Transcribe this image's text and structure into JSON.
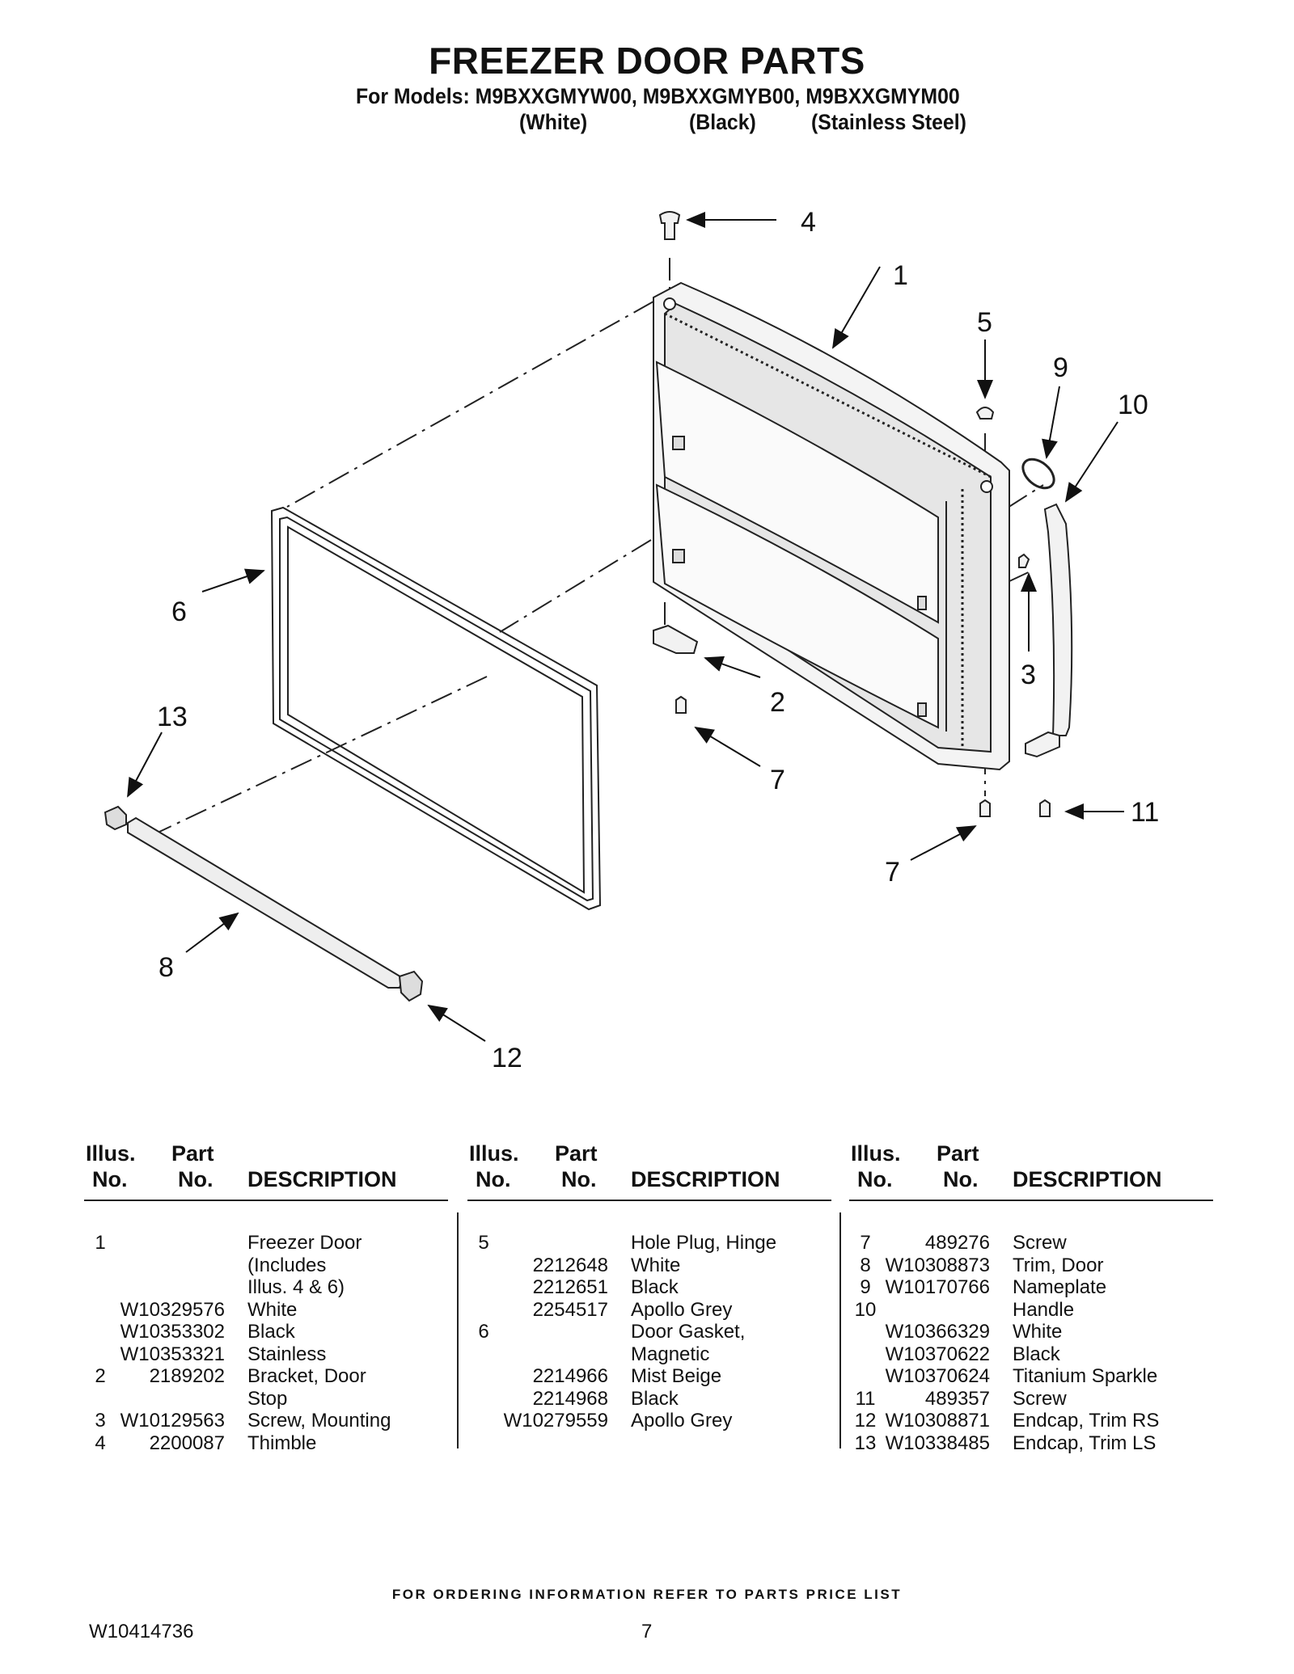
{
  "header": {
    "title": "FREEZER DOOR PARTS",
    "models_line": "For Models: M9BXXGMYW00, M9BXXGMYB00, M9BXXGMYM00",
    "variants": [
      "(White)",
      "(Black)",
      "(Stainless Steel)"
    ]
  },
  "diagram": {
    "callouts": [
      "4",
      "1",
      "5",
      "9",
      "10",
      "6",
      "3",
      "2",
      "13",
      "7",
      "11",
      "7",
      "8",
      "12"
    ]
  },
  "table": {
    "headers": {
      "illus_1": "Illus.",
      "illus_2": "No.",
      "part_1": "Part",
      "part_2": "No.",
      "desc": "DESCRIPTION"
    },
    "columns": [
      [
        {
          "illus": "1",
          "part": "",
          "desc": "Freezer Door"
        },
        {
          "illus": "",
          "part": "",
          "desc": "(Includes"
        },
        {
          "illus": "",
          "part": "",
          "desc": "Illus. 4 & 6)"
        },
        {
          "illus": "",
          "part": "W10329576",
          "desc": "White"
        },
        {
          "illus": "",
          "part": "W10353302",
          "desc": "Black"
        },
        {
          "illus": "",
          "part": "W10353321",
          "desc": "Stainless"
        },
        {
          "illus": "2",
          "part": "2189202",
          "desc": "Bracket, Door"
        },
        {
          "illus": "",
          "part": "",
          "desc": "Stop"
        },
        {
          "illus": "3",
          "part": "W10129563",
          "desc": "Screw, Mounting"
        },
        {
          "illus": "4",
          "part": "2200087",
          "desc": "Thimble"
        }
      ],
      [
        {
          "illus": "5",
          "part": "",
          "desc": "Hole Plug, Hinge"
        },
        {
          "illus": "",
          "part": "2212648",
          "desc": "White"
        },
        {
          "illus": "",
          "part": "2212651",
          "desc": "Black"
        },
        {
          "illus": "",
          "part": "2254517",
          "desc": "Apollo Grey"
        },
        {
          "illus": "6",
          "part": "",
          "desc": "Door Gasket,"
        },
        {
          "illus": "",
          "part": "",
          "desc": "Magnetic"
        },
        {
          "illus": "",
          "part": "2214966",
          "desc": "Mist Beige"
        },
        {
          "illus": "",
          "part": "2214968",
          "desc": "Black"
        },
        {
          "illus": "",
          "part": "W10279559",
          "desc": "Apollo Grey"
        }
      ],
      [
        {
          "illus": "7",
          "part": "489276",
          "desc": "Screw"
        },
        {
          "illus": "8",
          "part": "W10308873",
          "desc": "Trim, Door"
        },
        {
          "illus": "9",
          "part": "W10170766",
          "desc": "Nameplate"
        },
        {
          "illus": "10",
          "part": "",
          "desc": "Handle"
        },
        {
          "illus": "",
          "part": "W10366329",
          "desc": "White"
        },
        {
          "illus": "",
          "part": "W10370622",
          "desc": "Black"
        },
        {
          "illus": "",
          "part": "W10370624",
          "desc": "Titanium Sparkle"
        },
        {
          "illus": "11",
          "part": "489357",
          "desc": "Screw"
        },
        {
          "illus": "12",
          "part": "W10308871",
          "desc": "Endcap, Trim RS"
        },
        {
          "illus": "13",
          "part": "W10338485",
          "desc": "Endcap, Trim LS"
        }
      ]
    ]
  },
  "footer": {
    "ordering_note": "FOR ORDERING INFORMATION REFER TO PARTS PRICE LIST",
    "doc_number": "W10414736",
    "page_number": "7"
  }
}
